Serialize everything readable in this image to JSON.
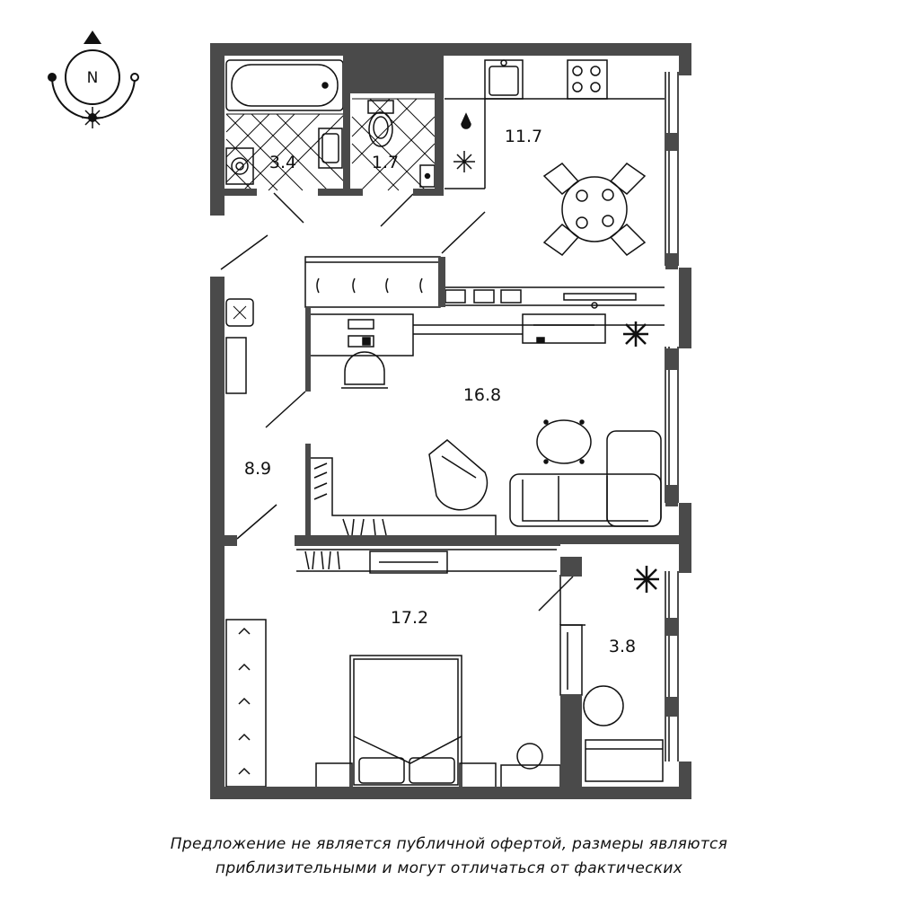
{
  "compass": {
    "letter": "N"
  },
  "rooms": [
    {
      "id": "bathroom",
      "area": "3.4"
    },
    {
      "id": "toilet",
      "area": "1.7"
    },
    {
      "id": "kitchen",
      "area": "11.7"
    },
    {
      "id": "living-room",
      "area": "16.8"
    },
    {
      "id": "hallway",
      "area": "8.9"
    },
    {
      "id": "bedroom",
      "area": "17.2"
    },
    {
      "id": "balcony",
      "area": "3.8"
    }
  ],
  "disclaimer": {
    "line1": "Предложение не является публичной офертой, размеры являются",
    "line2": "приблизительными и могут отличаться от фактических"
  },
  "colors": {
    "wall": "#4a4a4a",
    "line": "#111111"
  }
}
